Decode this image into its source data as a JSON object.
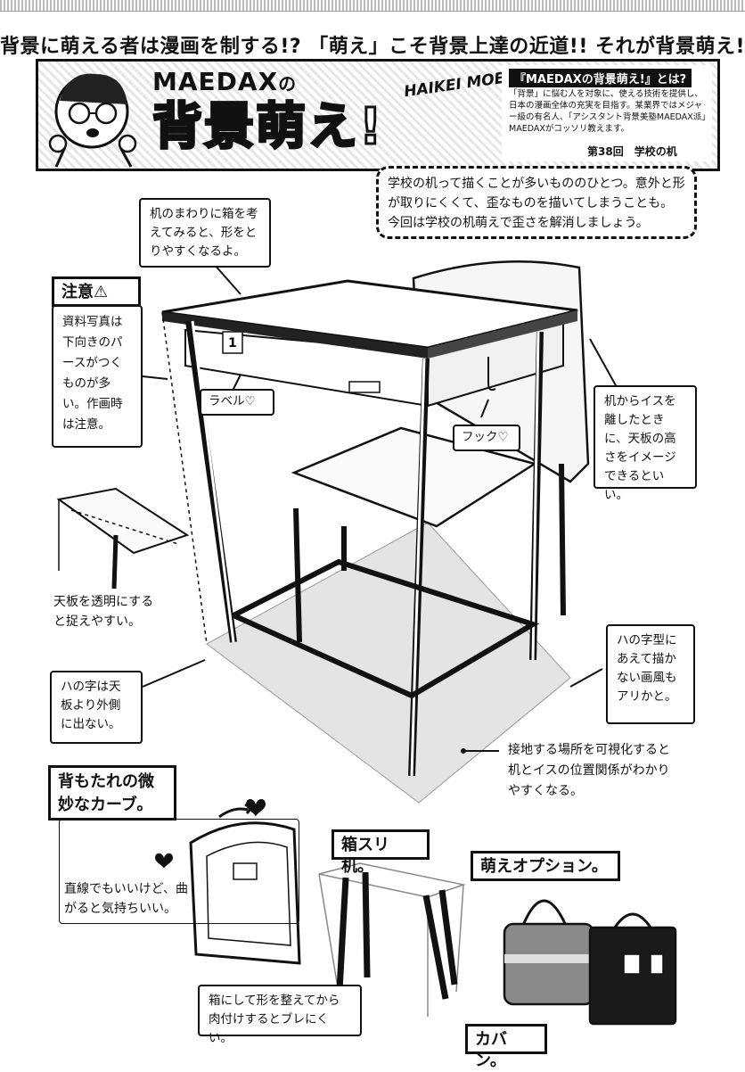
{
  "header": {
    "headline": "背景に萌える者は漫画を制する!? 「萌え」こそ背景上達の近道!! それが背景萌え!",
    "series_name": "MAEDAX",
    "series_suffix": "の",
    "logo": "背景萌え!",
    "logo_romaji": "HAIKEI MOE!",
    "info_title": "『MAEDAXの背景萌え!』とは?",
    "info_body": "「背景」に悩む人を対象に、使える技術を提供し、日本の漫画全体の充実を目指す。某業界ではメジャー級の有名人、「アシスタント背景美塾MAEDAX派」MAEDAXがコッソリ教えます。",
    "issue": "第38回　学校の机"
  },
  "intro": "学校の机って描くことが多いもののひとつ。意外と形が取りにくくて、歪なものを描いてしまうことも。今回は学校の机萌えで歪さを解消しましょう。",
  "callouts": {
    "box_tip": "机のまわりに箱を考えてみると、形をとりやすくなるよ。",
    "caution_title": "注意⚠",
    "caution_body": "資料写真は下向きのパースがつくものが多い。作画時は注意。",
    "label_tag": "ラベル♡",
    "hook_tag": "フック♡",
    "height_tip": "机からイスを離したときに、天板の高さをイメージできるといい。",
    "transparent_tip": "天板を透明にすると捉えやすい。",
    "legs_tip": "ハの字は天板より外側に出ない。",
    "style_tip": "ハの字型にあえて描かない画風もアリかと。",
    "ground_tip": "接地する場所を可視化すると机とイスの位置関係がわかりやすくなる。"
  },
  "sections": {
    "backrest_title": "背もたれの微妙なカーブ。",
    "backrest_text": "直線でもいいけど、曲がると気持ちいい。",
    "boxdesk_title": "箱スリ机。",
    "boxdesk_text": "箱にして形を整えてから肉付けするとブレにくい。",
    "option_title": "萌えオプション。",
    "bag_label": "カバン。"
  },
  "illustration_text": {
    "desk_number": "1"
  }
}
